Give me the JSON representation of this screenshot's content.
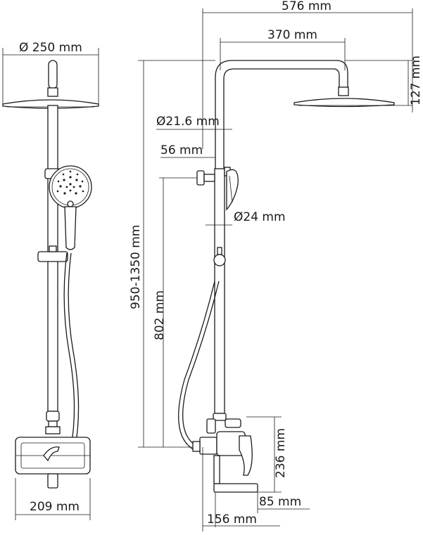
{
  "dimensions": {
    "total_width": "576 mm",
    "arm_length": "370 mm",
    "head_diameter": "Ø 250 mm",
    "head_height": "127 mm",
    "pipe_diameter": "Ø21.6 mm",
    "wall_offset": "56 mm",
    "lower_pipe_diameter": "Ø24 mm",
    "adjustable_height": "950-1350 mm",
    "bar_height": "802 mm",
    "mixer_height": "236 mm",
    "mixer_width": "209 mm",
    "spout_projection": "85 mm",
    "mixer_depth": "156 mm"
  },
  "colors": {
    "line": "#1a1a1a",
    "background": "#ffffff"
  }
}
